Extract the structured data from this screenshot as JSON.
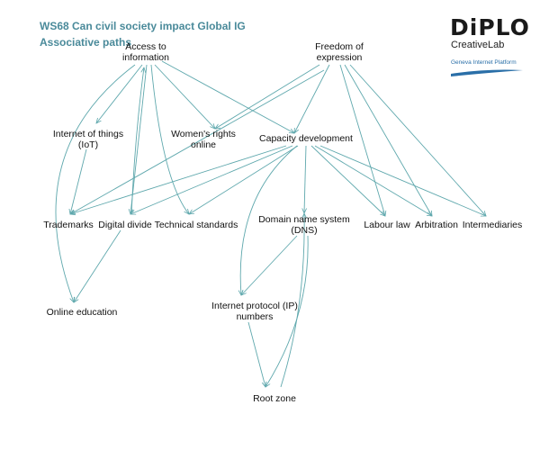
{
  "header": {
    "title": "WS68 Can civil society impact Global IG",
    "subtitle": "Associative paths"
  },
  "logo": {
    "brand": "DiPLO",
    "lab": "CreativeLab",
    "tagline": "Geneva Internet Platform"
  },
  "colors": {
    "edge": "#5fa8ad",
    "title": "#4a8a9a",
    "logo_blue": "#2a6fa8"
  },
  "nodes": [
    {
      "id": "access",
      "lines": [
        "Access to",
        "information"
      ]
    },
    {
      "id": "freedom",
      "lines": [
        "Freedom of",
        "expression"
      ]
    },
    {
      "id": "iot",
      "lines": [
        "Internet of things",
        "(IoT)"
      ]
    },
    {
      "id": "women",
      "lines": [
        "Women's rights",
        "online"
      ]
    },
    {
      "id": "capacity",
      "lines": [
        "Capacity development"
      ]
    },
    {
      "id": "trademarks",
      "lines": [
        "Trademarks"
      ]
    },
    {
      "id": "digitaldivide",
      "lines": [
        "Digital divide"
      ]
    },
    {
      "id": "techstandards",
      "lines": [
        "Technical standards"
      ]
    },
    {
      "id": "dns",
      "lines": [
        "Domain name system",
        "(DNS)"
      ]
    },
    {
      "id": "labour",
      "lines": [
        "Labour law"
      ]
    },
    {
      "id": "arbitration",
      "lines": [
        "Arbitration"
      ]
    },
    {
      "id": "intermediaries",
      "lines": [
        "Intermediaries"
      ]
    },
    {
      "id": "onlineedu",
      "lines": [
        "Online education"
      ]
    },
    {
      "id": "ipnumbers",
      "lines": [
        "Internet protocol (IP)",
        "numbers"
      ]
    },
    {
      "id": "rootzone",
      "lines": [
        "Root zone"
      ]
    }
  ],
  "edges": [
    {
      "from": "access",
      "to": "onlineedu"
    },
    {
      "from": "access",
      "to": "digitaldivide"
    },
    {
      "from": "access",
      "to": "techstandards"
    },
    {
      "from": "access",
      "to": "women"
    },
    {
      "from": "access",
      "to": "capacity"
    },
    {
      "from": "access",
      "to": "iot"
    },
    {
      "from": "freedom",
      "to": "women"
    },
    {
      "from": "freedom",
      "to": "capacity"
    },
    {
      "from": "freedom",
      "to": "trademarks"
    },
    {
      "from": "freedom",
      "to": "labour"
    },
    {
      "from": "freedom",
      "to": "arbitration"
    },
    {
      "from": "freedom",
      "to": "intermediaries"
    },
    {
      "from": "capacity",
      "to": "trademarks"
    },
    {
      "from": "capacity",
      "to": "digitaldivide"
    },
    {
      "from": "capacity",
      "to": "techstandards"
    },
    {
      "from": "capacity",
      "to": "dns"
    },
    {
      "from": "capacity",
      "to": "labour"
    },
    {
      "from": "capacity",
      "to": "arbitration"
    },
    {
      "from": "capacity",
      "to": "intermediaries"
    },
    {
      "from": "capacity",
      "to": "ipnumbers"
    },
    {
      "from": "iot",
      "to": "trademarks"
    },
    {
      "from": "digitaldivide",
      "to": "onlineedu"
    },
    {
      "from": "digitaldivide",
      "to": "access"
    },
    {
      "from": "dns",
      "to": "ipnumbers"
    },
    {
      "from": "dns",
      "to": "rootzone"
    },
    {
      "from": "rootzone",
      "to": "dns"
    },
    {
      "from": "ipnumbers",
      "to": "rootzone"
    }
  ]
}
